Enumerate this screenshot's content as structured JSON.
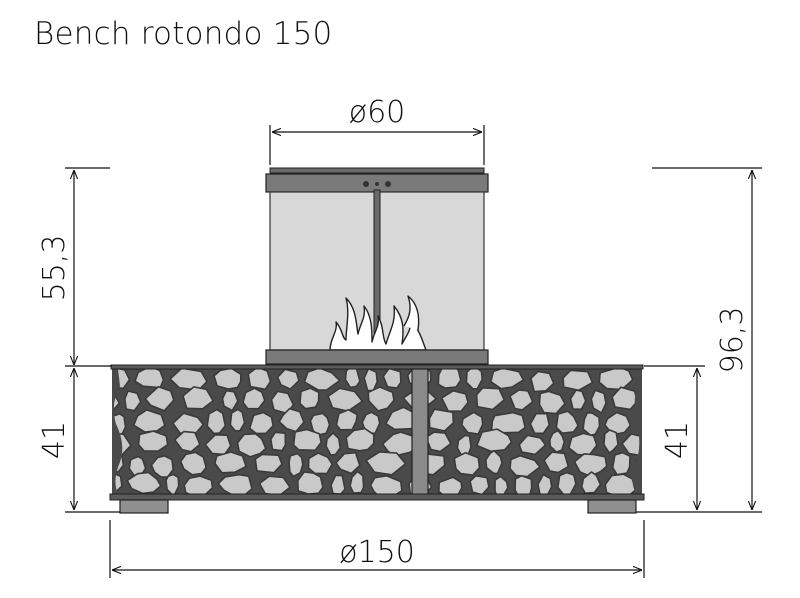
{
  "title": "Bench rotondo 150",
  "dimensions": {
    "glass_diameter": "ø60",
    "glass_height": "55,3",
    "bench_height_left": "41",
    "bench_height_right": "41",
    "total_height": "96,3",
    "bench_diameter": "ø150"
  },
  "colors": {
    "stone_fill": "#c9c9c9",
    "stone_outline": "#3a3a3a",
    "glass_fill": "#d6d6d6",
    "frame": "#6f6f6f",
    "line": "#111111"
  }
}
